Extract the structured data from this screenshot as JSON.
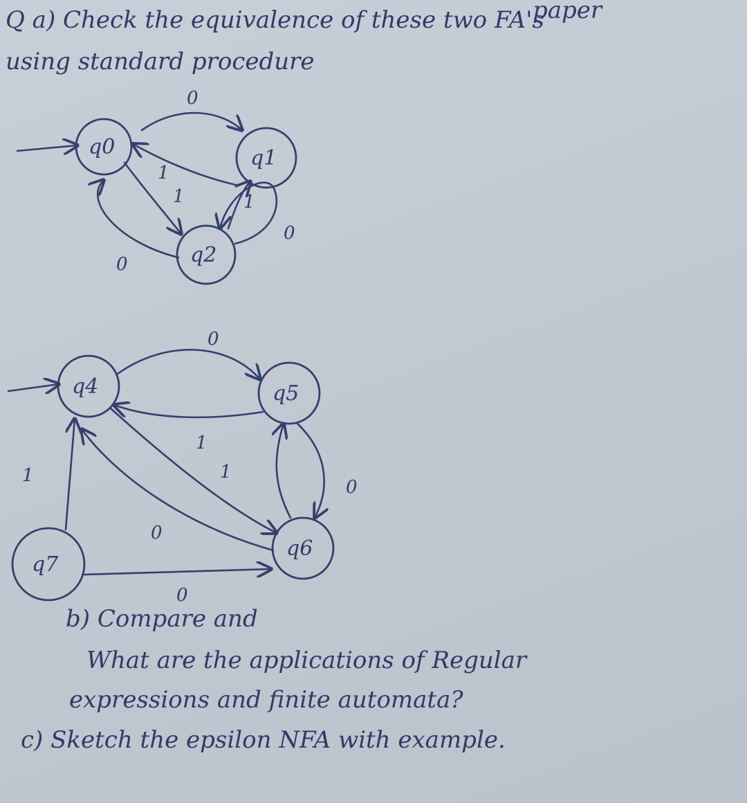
{
  "header": {
    "line1": "Q a) Check the equivalence of these two FA's",
    "line2": "using standard procedure",
    "corner_word": "paper"
  },
  "fa1": {
    "states": [
      "q0",
      "q1",
      "q2"
    ],
    "start": "q0",
    "edge_labels": {
      "q0_q1_top": "0",
      "q1_q0": "1",
      "q0_q2": "1",
      "q2_q0": "0",
      "q1_q2_up": "1",
      "q2_q1_loop": "0"
    }
  },
  "fa2": {
    "states": [
      "q4",
      "q5",
      "q6",
      "q7"
    ],
    "start": "q4",
    "edge_labels": {
      "q4_q5": "0",
      "q5_q4": "1",
      "q4_q6": "1",
      "q6_q4": "0",
      "q5_q6": "0",
      "q7_q4": "1",
      "q7_q6": "0"
    }
  },
  "questions": {
    "b_line1": "b) Compare and",
    "b_line2": "What are the applications of Regular",
    "b_line3": "expressions and finite automata?",
    "c_line": "c) Sketch the epsilon NFA with example."
  }
}
